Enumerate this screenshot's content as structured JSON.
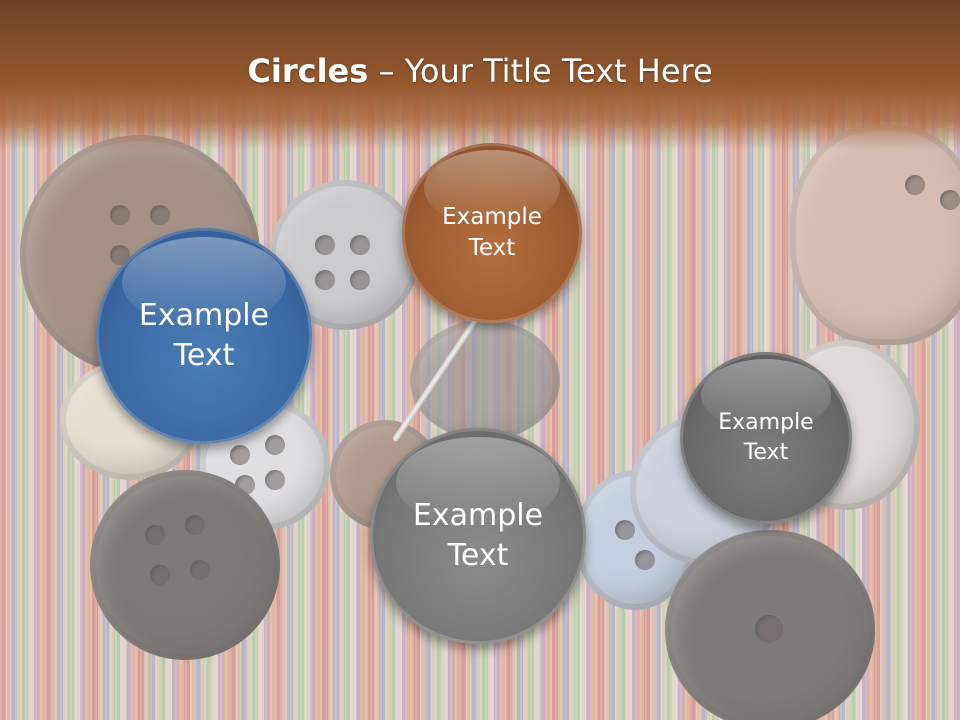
{
  "slide": {
    "title_bold": "Circles",
    "title_rest": " – Your Title Text Here"
  },
  "circles": [
    {
      "label": "Example\nText",
      "color": "#3c6aa3"
    },
    {
      "label": "Example\nText",
      "color": "#9a5a30"
    },
    {
      "label": "Example\nText",
      "color": "#767676"
    },
    {
      "label": "Example\nText",
      "color": "#686868"
    }
  ]
}
